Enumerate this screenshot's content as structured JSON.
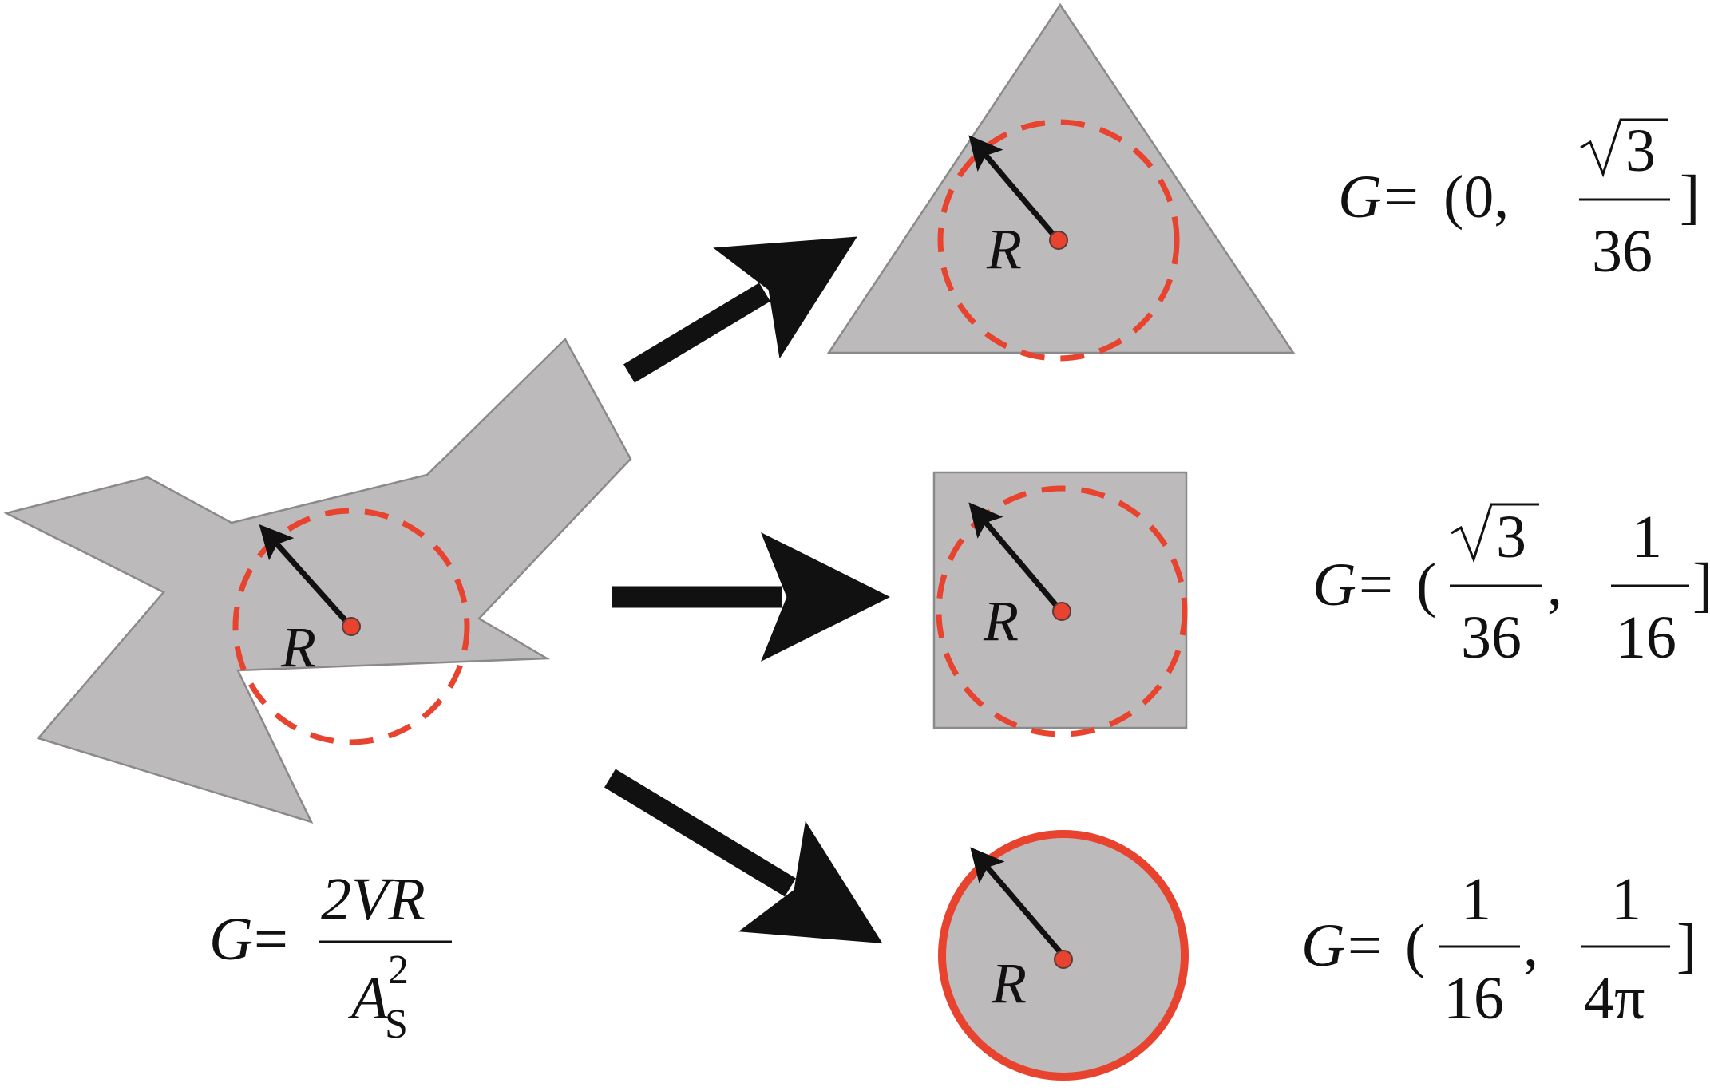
{
  "colors": {
    "shape_fill": "#bdbabb",
    "shape_stroke": "#8a8a8a",
    "circle": "#e8432e",
    "arrow": "#111111",
    "text": "#111111"
  },
  "labels": {
    "radius": "R"
  },
  "formulas": {
    "general": {
      "lhs": "G",
      "eq": "=",
      "numerator": "2VR",
      "denominator_base": "A",
      "denominator_sub": "S",
      "denominator_sup": "2"
    },
    "triangle": {
      "lhs": "G",
      "eq": "=",
      "open": "(0,",
      "upper_root": "3",
      "upper_den": "36",
      "close": "]"
    },
    "square": {
      "lhs": "G",
      "eq": "=",
      "open": "(",
      "lower_root": "3",
      "lower_den": "36",
      "comma": ",",
      "upper_num": "1",
      "upper_den": "16",
      "close": "]"
    },
    "circle": {
      "lhs": "G",
      "eq": "=",
      "open": "(",
      "lower_num": "1",
      "lower_den": "16",
      "comma": ",",
      "upper_num": "1",
      "upper_den": "4π",
      "close": "]"
    }
  }
}
